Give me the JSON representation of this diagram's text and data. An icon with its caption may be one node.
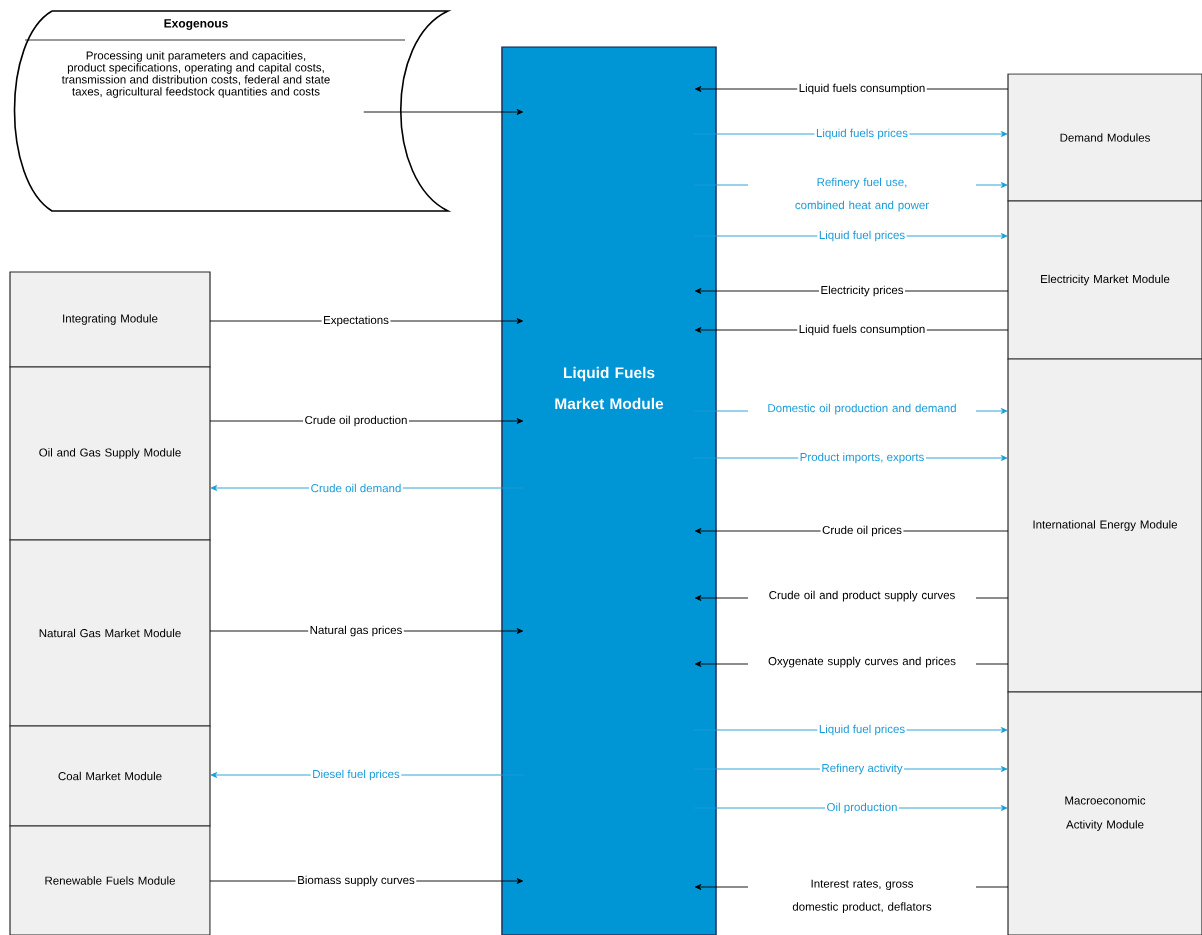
{
  "diagram": {
    "nodes": [
      {
        "text": [
          "Exogenous",
          "Processing unit parameters and capacities, product specifications, operating and capital costs, transmission and distribution costs, federal and state taxes, agricultural feedstock quantities and costs"
        ]
      },
      {
        "text": [
          "Liquid Fuels Market Module"
        ]
      },
      {
        "text": [
          "Integrating Module"
        ]
      },
      {
        "text": [
          "Oil and Gas Supply Module"
        ]
      },
      {
        "text": [
          "Natural Gas Market Module"
        ]
      },
      {
        "text": [
          "Coal Market Module"
        ]
      },
      {
        "text": [
          "Renewable Fuels Module"
        ]
      },
      {
        "text": [
          "Demand Modules"
        ]
      },
      {
        "text": [
          "Electricity Market Module"
        ]
      },
      {
        "text": [
          "International Energy Module"
        ]
      },
      {
        "text": [
          "Macroeconomic Activity Module"
        ]
      }
    ],
    "edges": [
      {
        "from": 0,
        "to": 1,
        "arrow": "to"
      },
      {
        "from": 2,
        "to": 1,
        "arrow": "to",
        "label": "Expectations"
      },
      {
        "from": 3,
        "to": 1,
        "arrow": "to",
        "label": "Crude oil production"
      },
      {
        "from": 1,
        "to": 3,
        "arrow": "to",
        "label": "Crude oil demand",
        "color": "#1a9bd7"
      },
      {
        "from": 4,
        "to": 1,
        "arrow": "to",
        "label": "Natural gas prices"
      },
      {
        "from": 1,
        "to": 5,
        "arrow": "to",
        "label": "Diesel fuel prices",
        "color": "#1a9bd7"
      },
      {
        "from": 6,
        "to": 1,
        "arrow": "to",
        "label": "Biomass supply curves"
      },
      {
        "from": 7,
        "to": 1,
        "arrow": "to",
        "label": "Liquid fuels consumption"
      },
      {
        "from": 1,
        "to": 7,
        "arrow": "to",
        "label": "Liquid fuels prices",
        "color": "#1a9bd7"
      },
      {
        "from": 1,
        "to": 7,
        "arrow": "to",
        "label": "Refinery fuel use, combined heat and power",
        "color": "#1a9bd7"
      },
      {
        "from": 1,
        "to": 8,
        "arrow": "to",
        "label": "Liquid fuel prices",
        "color": "#1a9bd7"
      },
      {
        "from": 8,
        "to": 1,
        "arrow": "to",
        "label": "Electricity prices"
      },
      {
        "from": 8,
        "to": 1,
        "arrow": "to",
        "label": "Liquid fuels consumption"
      },
      {
        "from": 1,
        "to": 9,
        "arrow": "to",
        "label": "Domestic oil production and demand",
        "color": "#1a9bd7"
      },
      {
        "from": 1,
        "to": 9,
        "arrow": "to",
        "label": "Product imports, exports",
        "color": "#1a9bd7"
      },
      {
        "from": 9,
        "to": 1,
        "arrow": "to",
        "label": "Crude oil prices"
      },
      {
        "from": 9,
        "to": 1,
        "arrow": "to",
        "label": "Crude oil and product supply curves"
      },
      {
        "from": 9,
        "to": 1,
        "arrow": "to",
        "label": "Oxygenate supply curves and prices"
      },
      {
        "from": 1,
        "to": 10,
        "arrow": "to",
        "label": "Liquid fuel prices",
        "color": "#1a9bd7"
      },
      {
        "from": 1,
        "to": 10,
        "arrow": "to",
        "label": "Refinery activity",
        "color": "#1a9bd7"
      },
      {
        "from": 1,
        "to": 10,
        "arrow": "to",
        "label": "Oil production",
        "color": "#1a9bd7"
      },
      {
        "from": 10,
        "to": 1,
        "arrow": "to",
        "label": "Interest rates, gross domestic product, deflators"
      }
    ]
  }
}
